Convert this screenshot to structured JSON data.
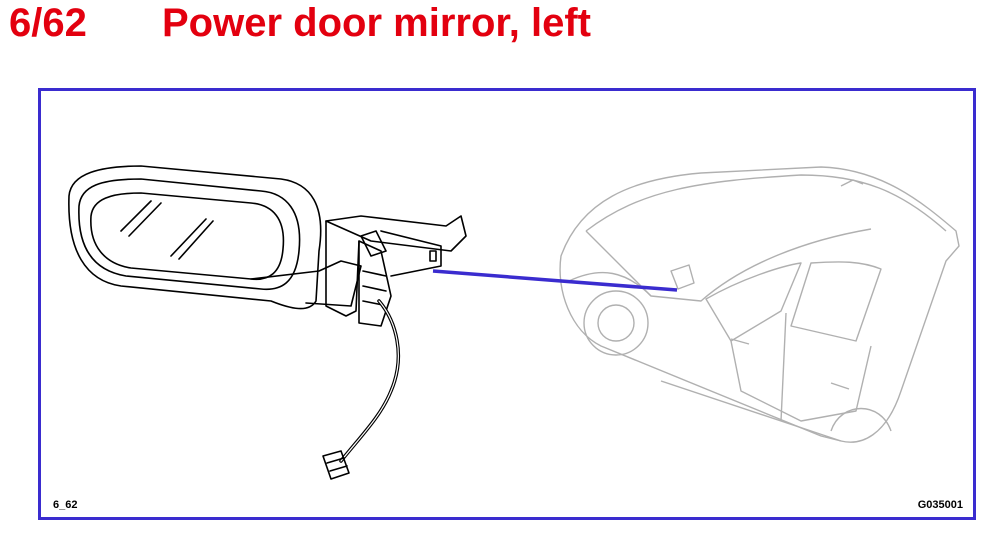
{
  "header": {
    "number": "6/62",
    "title": "Power door mirror, left"
  },
  "figure": {
    "code_left": "6_62",
    "code_right": "G035001"
  },
  "colors": {
    "title": "#e3000f",
    "frame": "#3a2ccf",
    "pointer": "#3a2ccf",
    "car_line": "#b0b0b0",
    "mirror_line": "#000000"
  },
  "icons": {
    "mirror": "mirror-assembly-drawing",
    "car": "car-outline-drawing"
  }
}
